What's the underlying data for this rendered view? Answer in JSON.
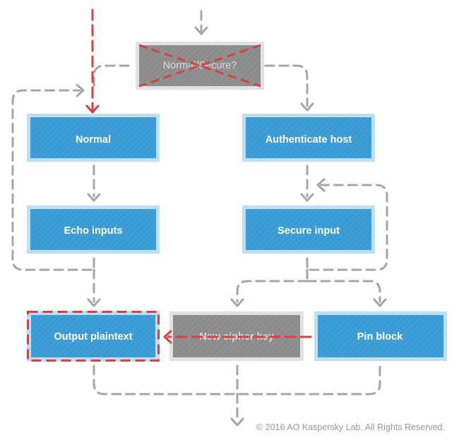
{
  "nodes": {
    "decision": "Normal/Secure?",
    "normal": "Normal",
    "authenticate_host": "Authenticate host",
    "echo_inputs": "Echo inputs",
    "secure_input": "Secure input",
    "output_plaintext": "Output plaintext",
    "new_cipher_key": "New cipher key",
    "pin_block": "Pin block"
  },
  "footer": {
    "copyright": "© 2016 AO Kaspersky Lab. All Rights Reserved."
  },
  "colors": {
    "box_blue": "#3a9bd5",
    "box_border": "#bddff3",
    "box_gray": "#8c8c8c",
    "arrow_gray": "#a5a5a5",
    "arrow_red": "#d9403e"
  }
}
